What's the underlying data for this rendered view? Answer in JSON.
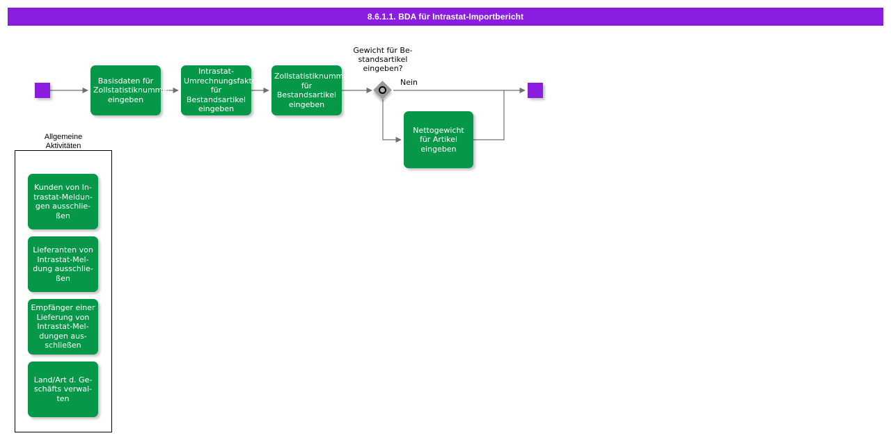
{
  "title_bar": {
    "title": "8.6.1.1. BDA für Intrastat-Importbericht",
    "background_color": "#8A1EE0",
    "text_color": "#ffffff"
  },
  "colors": {
    "task_green": "#079748",
    "terminator_purple": "#8A1EE0",
    "gateway_gray": "#9a9a9a",
    "connector_gray": "#707070",
    "canvas": "#ffffff"
  },
  "flow": {
    "start_node": {
      "name": "start-event",
      "shape": "square",
      "color": "#8A1EE0"
    },
    "end_node": {
      "name": "end-event",
      "shape": "square",
      "color": "#8A1EE0"
    },
    "tasks": [
      {
        "id": "task-basisdaten",
        "label": "Basisdaten für Zollstatistiknummer eingeben"
      },
      {
        "id": "task-umrechnungsfaktor",
        "label": "Intrastat-Umrechnungsfaktor für Bestandsartikel eingeben"
      },
      {
        "id": "task-zollstatistiknummer",
        "label": "Zollstatistiknummer für Bestandsartikel eingeben"
      },
      {
        "id": "task-nettogewicht",
        "label": "Nettogewicht für Artikel eingeben"
      }
    ],
    "gateway": {
      "id": "gateway-gewicht",
      "question": "Gewicht für Be-\nstandsartikel\neingeben?",
      "branch_label": "Nein"
    }
  },
  "group": {
    "label": "Allgemeine\nAktivitäten",
    "items": [
      {
        "id": "task-kunden-ausschliessen",
        "label": "Kunden von In-\ntrastat-Meldun-\ngen ausschlie-\nßen"
      },
      {
        "id": "task-lieferanten-ausschliessen",
        "label": "Lieferanten von\nIntrastat-Mel-\ndung ausschlie-\nßen"
      },
      {
        "id": "task-empfaenger-ausschliessen",
        "label": "Empfänger einer\nLieferung von\nIntrastat-Mel-\ndungen aus-\nschließen"
      },
      {
        "id": "task-land-art-verwalten",
        "label": "Land/Art d. Ge-\nschäfts verwal-\nten"
      }
    ]
  }
}
